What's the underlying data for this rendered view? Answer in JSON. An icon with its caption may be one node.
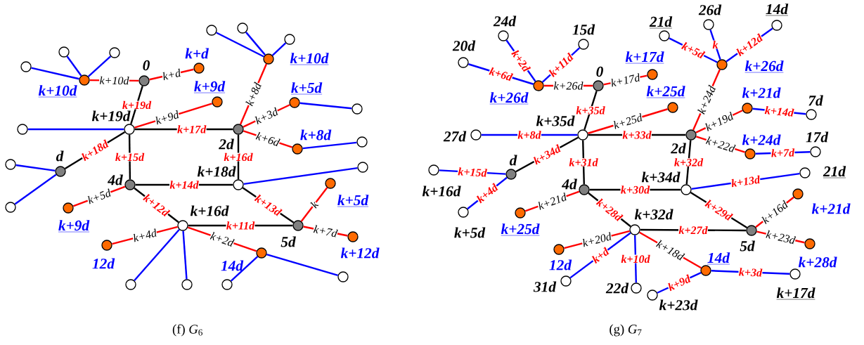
{
  "diagram": {
    "nodes": [
      {
        "text": [],
        "shape": "circle",
        "beside": [
          "0"
        ]
      },
      {
        "text": [],
        "shape": "circle",
        "beside": [
          "k+10d"
        ]
      },
      {
        "text": [],
        "shape": "circle"
      },
      {
        "text": [],
        "shape": "circle"
      },
      {
        "text": [],
        "shape": "circle"
      },
      {
        "text": [],
        "shape": "circle",
        "beside": [
          "k+d"
        ]
      },
      {
        "text": [],
        "shape": "circle",
        "beside": [
          "k+19d"
        ]
      },
      {
        "text": [],
        "shape": "circle"
      },
      {
        "text": [],
        "shape": "circle",
        "beside": [
          "k+9d"
        ]
      },
      {
        "text": [],
        "shape": "circle",
        "beside": [
          "2d"
        ]
      },
      {
        "text": [],
        "shape": "circle",
        "beside": [
          "k+10d"
        ]
      },
      {
        "text": [],
        "shape": "circle"
      },
      {
        "text": [],
        "shape": "circle"
      },
      {
        "text": [],
        "shape": "circle"
      },
      {
        "text": [],
        "shape": "circle",
        "beside": [
          "k+5d"
        ]
      },
      {
        "text": [],
        "shape": "circle"
      },
      {
        "text": [],
        "shape": "circle",
        "beside": [
          "k+8d"
        ]
      },
      {
        "text": [],
        "shape": "circle"
      },
      {
        "text": [],
        "shape": "circle",
        "beside": [
          "d"
        ]
      },
      {
        "text": [],
        "shape": "circle"
      },
      {
        "text": [],
        "shape": "circle"
      },
      {
        "text": [],
        "shape": "circle",
        "beside": [
          "4d"
        ]
      },
      {
        "text": [],
        "shape": "circle",
        "beside": [
          "k+18d"
        ]
      },
      {
        "text": [],
        "shape": "circle"
      },
      {
        "text": [],
        "shape": "circle",
        "beside": [
          "k+9d"
        ]
      },
      {
        "text": [],
        "shape": "circle",
        "beside": [
          "k+16d"
        ]
      },
      {
        "text": [],
        "shape": "circle",
        "beside": [
          "5d"
        ]
      },
      {
        "text": [],
        "shape": "circle",
        "beside": [
          "k+5d"
        ]
      },
      {
        "text": [],
        "shape": "circle",
        "beside": [
          "k+12d"
        ]
      },
      {
        "text": [],
        "shape": "circle",
        "beside": [
          "12d"
        ]
      },
      {
        "text": [],
        "shape": "circle"
      },
      {
        "text": [],
        "shape": "circle"
      },
      {
        "text": [],
        "shape": "circle",
        "beside": [
          "14d"
        ]
      },
      {
        "text": [],
        "shape": "circle"
      },
      {
        "text": [],
        "shape": "circle"
      },
      {
        "text": [],
        "shape": "circle",
        "beside": [
          "0"
        ]
      },
      {
        "text": [],
        "shape": "circle",
        "beside": [
          "k+26d"
        ]
      },
      {
        "text": [],
        "shape": "circle",
        "beside": [
          "20d"
        ]
      },
      {
        "text": [],
        "shape": "circle",
        "beside": [
          "24d"
        ]
      },
      {
        "text": [],
        "shape": "circle",
        "beside": [
          "15d"
        ]
      },
      {
        "text": [],
        "shape": "circle",
        "beside": [
          "k+17d"
        ]
      },
      {
        "text": [],
        "shape": "circle",
        "beside": [
          "k+35d"
        ]
      },
      {
        "text": [],
        "shape": "circle",
        "beside": [
          "27d"
        ]
      },
      {
        "text": [],
        "shape": "circle",
        "beside": [
          "k+25d"
        ]
      },
      {
        "text": [],
        "shape": "circle",
        "beside": [
          "2d"
        ]
      },
      {
        "text": [],
        "shape": "circle",
        "beside": [
          "k+26d"
        ]
      },
      {
        "text": [],
        "shape": "circle",
        "beside": [
          "21d"
        ]
      },
      {
        "text": [],
        "shape": "circle",
        "beside": [
          "26d"
        ]
      },
      {
        "text": [],
        "shape": "circle",
        "beside": [
          "14d"
        ]
      },
      {
        "text": [],
        "shape": "circle",
        "beside": [
          "k+21d"
        ]
      },
      {
        "text": [],
        "shape": "circle",
        "beside": [
          "7d"
        ]
      },
      {
        "text": [],
        "shape": "circle",
        "beside": [
          "k+24d"
        ]
      },
      {
        "text": [],
        "shape": "circle",
        "beside": [
          "17d"
        ]
      },
      {
        "text": [],
        "shape": "circle",
        "beside": [
          "d"
        ]
      },
      {
        "text": [],
        "shape": "circle",
        "beside": [
          "k+16d"
        ]
      },
      {
        "text": [],
        "shape": "circle",
        "beside": [
          "k+5d"
        ]
      },
      {
        "text": [],
        "shape": "circle",
        "beside": [
          "4d"
        ]
      },
      {
        "text": [],
        "shape": "circle",
        "beside": [
          "k+34d"
        ]
      },
      {
        "text": [],
        "shape": "circle",
        "beside": [
          "21d"
        ]
      },
      {
        "text": [],
        "shape": "circle",
        "beside": [
          "k+25d"
        ]
      },
      {
        "text": [],
        "shape": "circle",
        "beside": [
          "k+32d"
        ]
      },
      {
        "text": [],
        "shape": "circle",
        "beside": [
          "5d"
        ]
      },
      {
        "text": [],
        "shape": "circle",
        "beside": [
          "k+21d"
        ]
      },
      {
        "text": [],
        "shape": "circle",
        "beside": [
          "k+28d"
        ]
      },
      {
        "text": [],
        "shape": "circle",
        "beside": [
          "12d"
        ]
      },
      {
        "text": [],
        "shape": "circle",
        "beside": [
          "31d"
        ]
      },
      {
        "text": [],
        "shape": "circle",
        "beside": [
          "22d"
        ]
      },
      {
        "text": [],
        "shape": "circle",
        "beside": [
          "14d"
        ]
      },
      {
        "text": [],
        "shape": "circle",
        "beside": [
          "k+23d"
        ]
      },
      {
        "text": [],
        "shape": "circle",
        "beside": [
          "k+17d"
        ]
      }
    ],
    "edges": [
      {
        "from": 1,
        "to": 0,
        "arrow": "none",
        "label": "k+10d",
        "color": "#ff0000"
      },
      {
        "from": 0,
        "to": 5,
        "arrow": "none",
        "label": "k+d",
        "color": "#ff0000"
      },
      {
        "from": 0,
        "to": 6,
        "arrow": "none",
        "label": "k+19d",
        "color": "#000000"
      },
      {
        "from": 1,
        "to": 2,
        "arrow": "none"
      },
      {
        "from": 1,
        "to": 3,
        "arrow": "none"
      },
      {
        "from": 1,
        "to": 4,
        "arrow": "none"
      },
      {
        "from": 6,
        "to": 7,
        "arrow": "none"
      },
      {
        "from": 6,
        "to": 8,
        "arrow": "none",
        "label": "k+9d",
        "color": "#ff0000"
      },
      {
        "from": 6,
        "to": 9,
        "arrow": "none",
        "label": "k+17d",
        "color": "#000000"
      },
      {
        "from": 6,
        "to": 18,
        "arrow": "none",
        "label": "k+18d",
        "color": "#000000"
      },
      {
        "from": 6,
        "to": 21,
        "arrow": "none",
        "label": "k+15d",
        "color": "#000000"
      },
      {
        "from": 9,
        "to": 10,
        "arrow": "none",
        "label": "k+8d",
        "color": "#ff0000"
      },
      {
        "from": 9,
        "to": 14,
        "arrow": "none",
        "label": "k+3d",
        "color": "#ff0000"
      },
      {
        "from": 9,
        "to": 16,
        "arrow": "none",
        "label": "k+6d",
        "color": "#ff0000"
      },
      {
        "from": 9,
        "to": 22,
        "arrow": "none",
        "label": "k+16d",
        "color": "#000000"
      },
      {
        "from": 10,
        "to": 11,
        "arrow": "none"
      },
      {
        "from": 10,
        "to": 12,
        "arrow": "none"
      },
      {
        "from": 10,
        "to": 13,
        "arrow": "none"
      },
      {
        "from": 14,
        "to": 15,
        "arrow": "none"
      },
      {
        "from": 16,
        "to": 17,
        "arrow": "none"
      },
      {
        "from": 18,
        "to": 19,
        "arrow": "none"
      },
      {
        "from": 18,
        "to": 20,
        "arrow": "none"
      },
      {
        "from": 21,
        "to": 22,
        "arrow": "none",
        "label": "k+14d",
        "color": "#000000"
      },
      {
        "from": 21,
        "to": 24,
        "arrow": "none",
        "label": "k+5d",
        "color": "#ff0000"
      },
      {
        "from": 21,
        "to": 25,
        "arrow": "none",
        "label": "k+12d",
        "color": "#000000"
      },
      {
        "from": 22,
        "to": 23,
        "arrow": "none"
      },
      {
        "from": 22,
        "to": 26,
        "arrow": "none",
        "label": "k+13d",
        "color": "#000000"
      },
      {
        "from": 25,
        "to": 26,
        "arrow": "none",
        "label": "k+11d",
        "color": "#000000"
      },
      {
        "from": 26,
        "to": 27,
        "arrow": "none",
        "label": "k",
        "color": "#ff0000"
      },
      {
        "from": 26,
        "to": 28,
        "arrow": "none",
        "label": "k+7d",
        "color": "#ff0000"
      },
      {
        "from": 25,
        "to": 29,
        "arrow": "none",
        "label": "k+4d",
        "color": "#ff0000"
      },
      {
        "from": 25,
        "to": 30,
        "arrow": "none"
      },
      {
        "from": 25,
        "to": 31,
        "arrow": "none"
      },
      {
        "from": 25,
        "to": 32,
        "arrow": "none",
        "label": "k+2d",
        "color": "#ff0000"
      },
      {
        "from": 32,
        "to": 33,
        "arrow": "none"
      },
      {
        "from": 32,
        "to": 34,
        "arrow": "none"
      },
      {
        "from": 36,
        "to": 35,
        "arrow": "none",
        "label": "k+26d",
        "color": "#ff0000"
      },
      {
        "from": 35,
        "to": 40,
        "arrow": "none",
        "label": "k+17d",
        "color": "#ff0000"
      },
      {
        "from": 35,
        "to": 41,
        "arrow": "none",
        "label": "k+35d",
        "color": "#000000"
      },
      {
        "from": 36,
        "to": 37,
        "arrow": "none",
        "label": "k+6d"
      },
      {
        "from": 36,
        "to": 38,
        "arrow": "none",
        "label": "k+2d"
      },
      {
        "from": 36,
        "to": 39,
        "arrow": "none",
        "label": "k+11d"
      },
      {
        "from": 41,
        "to": 42,
        "arrow": "none",
        "label": "k+8d"
      },
      {
        "from": 41,
        "to": 43,
        "arrow": "none",
        "label": "k+25d",
        "color": "#ff0000"
      },
      {
        "from": 41,
        "to": 44,
        "arrow": "none",
        "label": "k+33d",
        "color": "#000000"
      },
      {
        "from": 41,
        "to": 53,
        "arrow": "none",
        "label": "k+34d",
        "color": "#000000"
      },
      {
        "from": 41,
        "to": 56,
        "arrow": "none",
        "label": "k+31d",
        "color": "#000000"
      },
      {
        "from": 44,
        "to": 45,
        "arrow": "none",
        "label": "k+24d",
        "color": "#ff0000"
      },
      {
        "from": 45,
        "to": 46,
        "arrow": "none",
        "label": "k+5d"
      },
      {
        "from": 45,
        "to": 47,
        "arrow": "none",
        "label": "k"
      },
      {
        "from": 45,
        "to": 48,
        "arrow": "none",
        "label": "k+12d"
      },
      {
        "from": 44,
        "to": 49,
        "arrow": "none",
        "label": "k+19d",
        "color": "#ff0000"
      },
      {
        "from": 49,
        "to": 50,
        "arrow": "none",
        "label": "k+14d"
      },
      {
        "from": 44,
        "to": 51,
        "arrow": "none",
        "label": "k+22d",
        "color": "#ff0000"
      },
      {
        "from": 51,
        "to": 52,
        "arrow": "none",
        "label": "k+7d"
      },
      {
        "from": 44,
        "to": 57,
        "arrow": "none",
        "label": "k+32d",
        "color": "#000000"
      },
      {
        "from": 53,
        "to": 54,
        "arrow": "none",
        "label": "k+15d"
      },
      {
        "from": 53,
        "to": 55,
        "arrow": "none",
        "label": "k+4d"
      },
      {
        "from": 56,
        "to": 57,
        "arrow": "none",
        "label": "k+30d",
        "color": "#000000"
      },
      {
        "from": 56,
        "to": 59,
        "arrow": "none",
        "label": "k+21d",
        "color": "#ff0000"
      },
      {
        "from": 56,
        "to": 60,
        "arrow": "none",
        "label": "k+28d",
        "color": "#000000"
      },
      {
        "from": 57,
        "to": 58,
        "arrow": "none",
        "label": "k+13d"
      },
      {
        "from": 57,
        "to": 61,
        "arrow": "none",
        "label": "k+29d",
        "color": "#000000"
      },
      {
        "from": 60,
        "to": 61,
        "arrow": "none",
        "label": "k+27d",
        "color": "#000000"
      },
      {
        "from": 61,
        "to": 62,
        "arrow": "none",
        "label": "k+16d",
        "color": "#ff0000"
      },
      {
        "from": 61,
        "to": 63,
        "arrow": "none",
        "label": "k+23d",
        "color": "#ff0000"
      },
      {
        "from": 60,
        "to": 64,
        "arrow": "none",
        "label": "k+20d",
        "color": "#ff0000"
      },
      {
        "from": 60,
        "to": 65,
        "arrow": "none",
        "label": "k+d"
      },
      {
        "from": 60,
        "to": 66,
        "arrow": "none",
        "label": "k+10d"
      },
      {
        "from": 60,
        "to": 67,
        "arrow": "none",
        "label": "k+18d",
        "color": "#ff0000"
      },
      {
        "from": 67,
        "to": 68,
        "arrow": "none",
        "label": "k+9d"
      },
      {
        "from": 67,
        "to": 69,
        "arrow": "none",
        "label": "k+3d"
      }
    ],
    "labels": [
      "(f) *G*$_{6}$",
      "(g) *G*$_{7}$"
    ]
  }
}
